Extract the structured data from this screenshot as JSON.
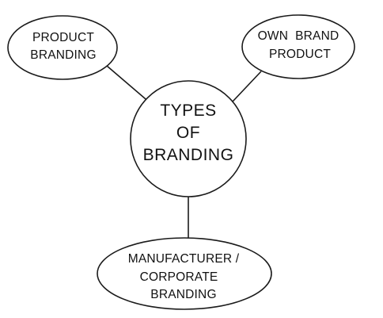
{
  "diagram": {
    "center": {
      "lines": [
        "TYPES",
        "OF",
        "BRANDING"
      ]
    },
    "nodes": [
      {
        "id": "product-branding",
        "lines": [
          "PRODUCT",
          "BRANDING"
        ]
      },
      {
        "id": "own-brand-product",
        "lines": [
          "OWN  BRAND",
          "PRODUCT"
        ]
      },
      {
        "id": "manufacturer-corporate-branding",
        "lines": [
          "MANUFACTURER /",
          "CORPORATE",
          "BRANDING"
        ]
      }
    ]
  }
}
